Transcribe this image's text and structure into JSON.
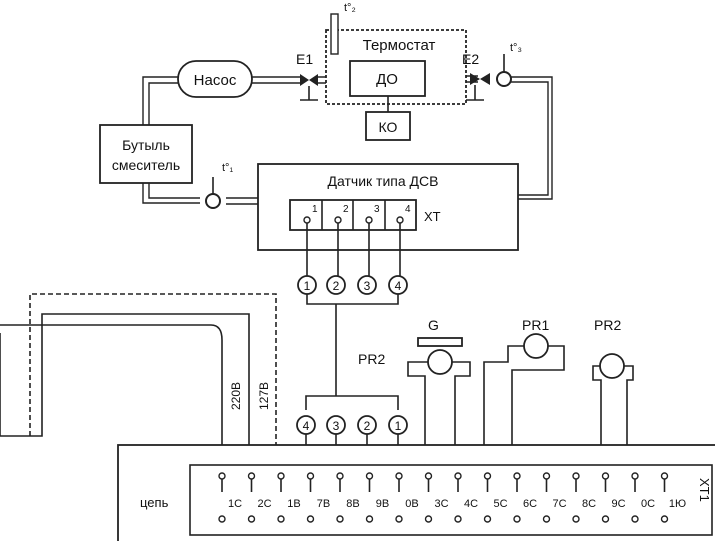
{
  "labels": {
    "pump": "Насос",
    "mixer_line1": "Бутыль",
    "mixer_line2": "смеситель",
    "thermostat": "Термостат",
    "do_box": "ДО",
    "ko_box": "КО",
    "sensor_title": "Датчик типа  ДСВ",
    "xt": "ХТ",
    "e1": "Е1",
    "e2": "Е2",
    "t_top": "t°₂",
    "t_right": "t°₃",
    "t_left": "t°₁",
    "g": "G",
    "pr1": "PR1",
    "pr2_top": "PR2",
    "pr2_left": "PR2",
    "v220": "220В",
    "v127": "127В",
    "circuit": "цепь",
    "corner_mark": "ХТ1"
  },
  "xt_pins": [
    "1",
    "2",
    "3",
    "4"
  ],
  "top_circles": [
    "1",
    "2",
    "3",
    "4"
  ],
  "bottom_circles": [
    "4",
    "3",
    "2",
    "1"
  ],
  "terminals": [
    "1С",
    "2С",
    "1В",
    "7В",
    "8В",
    "9В",
    "0В",
    "3С",
    "4С",
    "5С",
    "6С",
    "7С",
    "8С",
    "9С",
    "0С",
    "1Ю"
  ]
}
